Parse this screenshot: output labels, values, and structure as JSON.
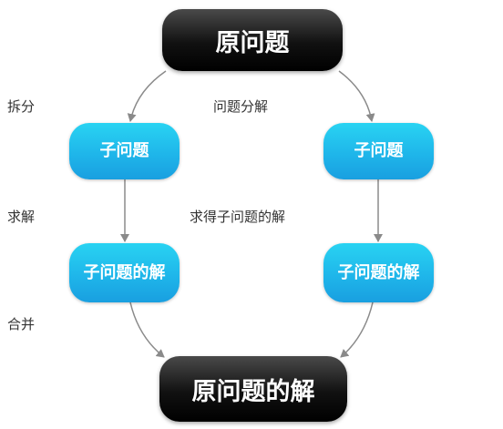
{
  "nodes": {
    "root": "原问题",
    "sub_left": "子问题",
    "sub_right": "子问题",
    "sol_left": "子问题的解",
    "sol_right": "子问题的解",
    "final": "原问题的解"
  },
  "labels": {
    "split": "拆分",
    "decompose": "问题分解",
    "solve": "求解",
    "solve_sub": "求得子问题的解",
    "merge": "合并"
  },
  "colors": {
    "dark_node": "#111111",
    "cyan_node": "#1fb6ea",
    "connector": "#8a8a8a",
    "label_text": "#333333"
  }
}
